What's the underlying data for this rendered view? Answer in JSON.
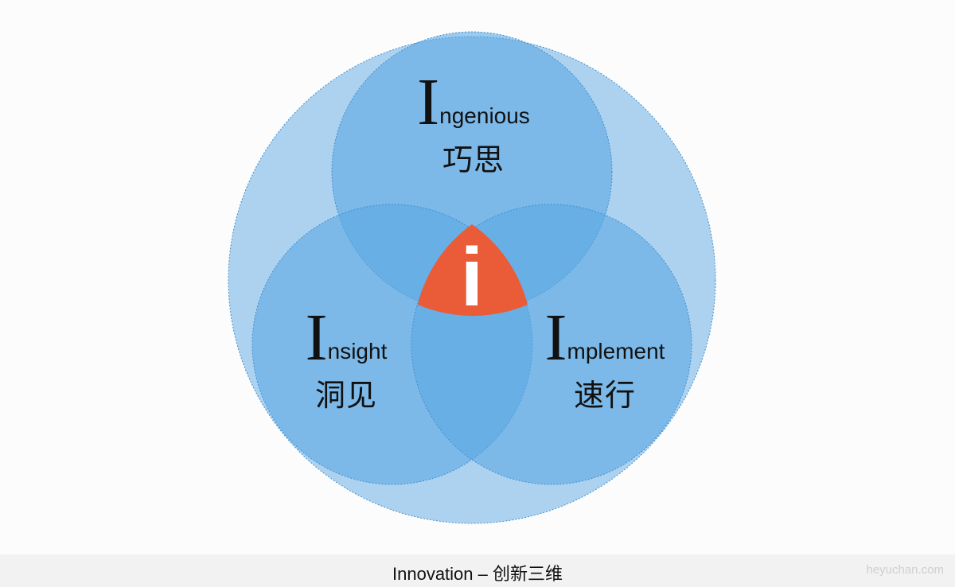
{
  "diagram": {
    "center_letter": "i",
    "sets": [
      {
        "initial": "I",
        "rest": "ngenious",
        "zh": "巧思"
      },
      {
        "initial": "I",
        "rest": "nsight",
        "zh": "洞见"
      },
      {
        "initial": "I",
        "rest": "mplement",
        "zh": "速行"
      }
    ]
  },
  "colors": {
    "outer_circle": "#acd2ef",
    "inner_circle": "#5ba9e3",
    "circle_stroke": "#3f8fd2",
    "center_highlight": "#e95c37"
  },
  "footer": {
    "caption": "Innovation – 创新三维",
    "credit": "heyuchan.com"
  }
}
